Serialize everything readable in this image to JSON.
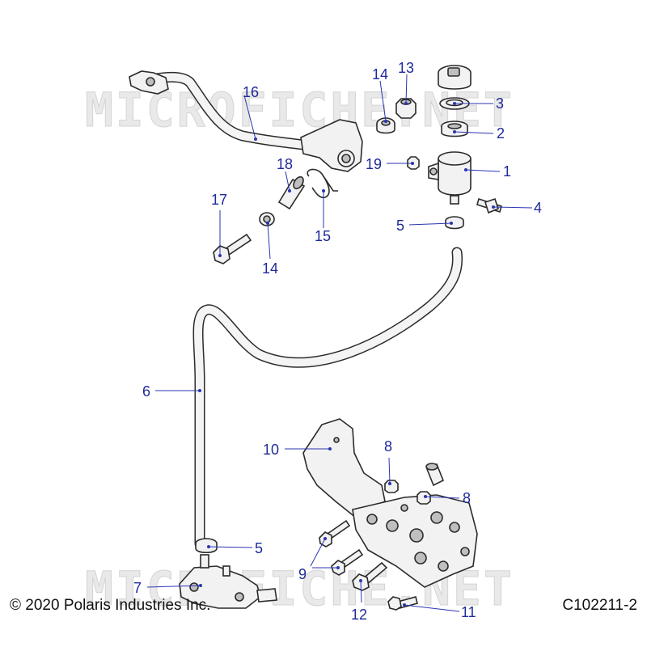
{
  "watermark": "MICROFICHE.NET",
  "footer": {
    "copyright": "© 2020 Polaris Industries Inc.",
    "diagram_id": "C102211-2"
  },
  "callouts": {
    "c1": "1",
    "c2": "2",
    "c3": "3",
    "c4": "4",
    "c5a": "5",
    "c5b": "5",
    "c6": "6",
    "c7": "7",
    "c8a": "8",
    "c8b": "8",
    "c9": "9",
    "c10": "10",
    "c11": "11",
    "c12": "12",
    "c13": "13",
    "c14a": "14",
    "c14b": "14",
    "c15": "15",
    "c16": "16",
    "c17": "17",
    "c18": "18",
    "c19": "19"
  },
  "colors": {
    "callout": "#1f2a9a",
    "line": "#2b2b2b",
    "watermark": "#e9e9e9"
  }
}
